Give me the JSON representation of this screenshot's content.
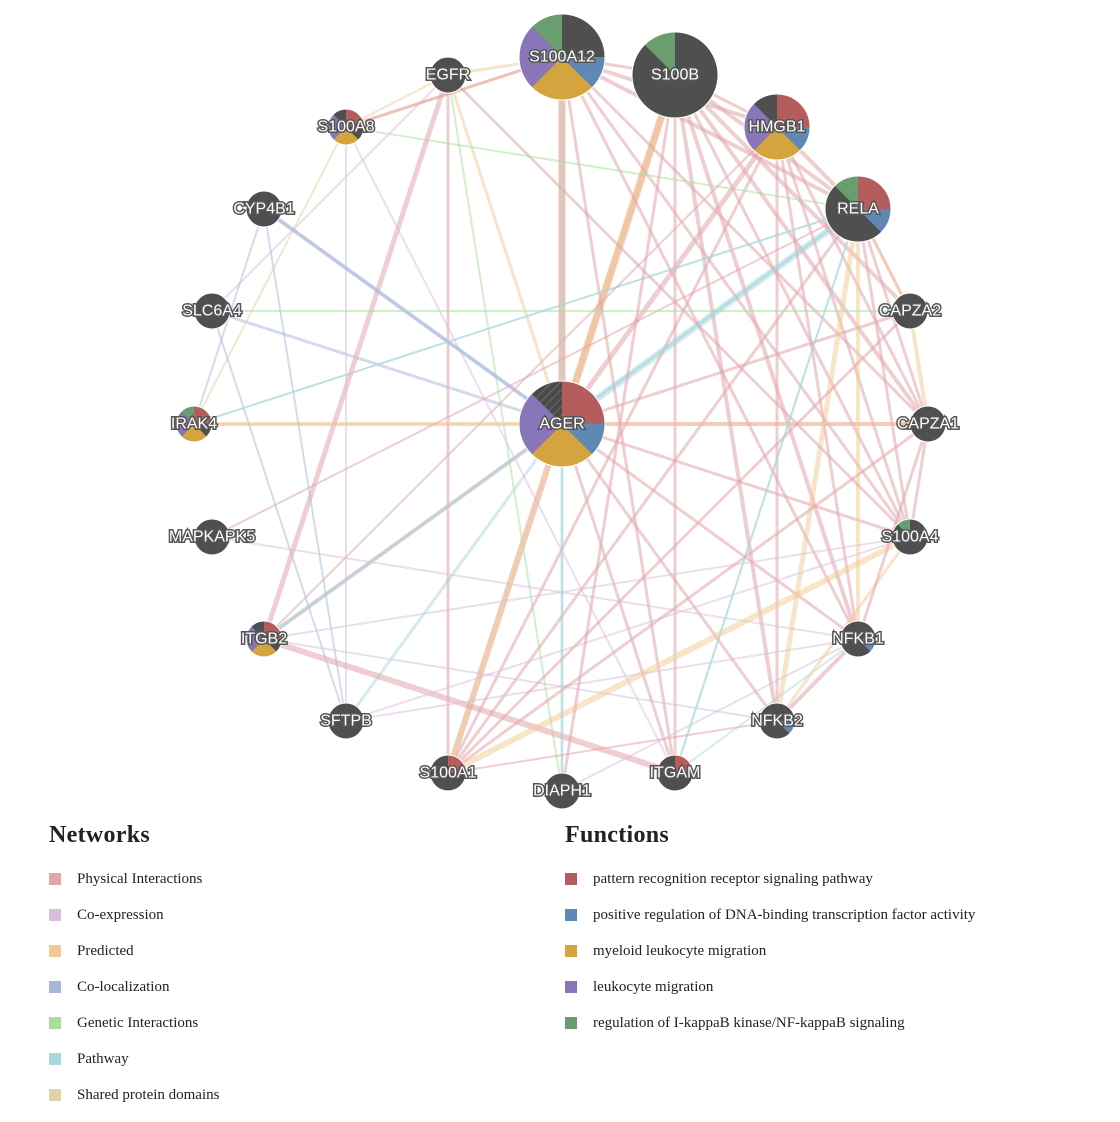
{
  "network": {
    "nodes": [
      {
        "id": "AGER",
        "funcs": [
          0,
          1,
          2,
          3
        ],
        "size": "large",
        "query": true
      },
      {
        "id": "S100A12",
        "funcs": [
          1,
          2,
          3,
          4
        ],
        "size": "large"
      },
      {
        "id": "S100B",
        "funcs": [
          4
        ],
        "size": "large"
      },
      {
        "id": "HMGB1",
        "funcs": [
          0,
          1,
          2,
          3
        ],
        "size": "medium"
      },
      {
        "id": "RELA",
        "funcs": [
          0,
          1,
          4
        ],
        "size": "medium"
      },
      {
        "id": "EGFR",
        "funcs": [],
        "size": "small"
      },
      {
        "id": "S100A8",
        "funcs": [
          0,
          2,
          3
        ],
        "size": "small"
      },
      {
        "id": "CYP4B1",
        "funcs": [],
        "size": "small"
      },
      {
        "id": "SLC6A4",
        "funcs": [],
        "size": "small"
      },
      {
        "id": "IRAK4",
        "funcs": [
          0,
          2,
          3,
          4
        ],
        "size": "small"
      },
      {
        "id": "MAPKAPK5",
        "funcs": [],
        "size": "small"
      },
      {
        "id": "ITGB2",
        "funcs": [
          0,
          2,
          3
        ],
        "size": "small"
      },
      {
        "id": "SFTPB",
        "funcs": [],
        "size": "small"
      },
      {
        "id": "S100A1",
        "funcs": [
          0
        ],
        "size": "small"
      },
      {
        "id": "DIAPH1",
        "funcs": [],
        "size": "small"
      },
      {
        "id": "ITGAM",
        "funcs": [
          0
        ],
        "size": "small"
      },
      {
        "id": "NFKB2",
        "funcs": [
          1
        ],
        "size": "small"
      },
      {
        "id": "NFKB1",
        "funcs": [
          1
        ],
        "size": "small"
      },
      {
        "id": "S100A4",
        "funcs": [
          4
        ],
        "size": "small"
      },
      {
        "id": "CAPZA1",
        "funcs": [],
        "size": "small"
      },
      {
        "id": "CAPZA2",
        "funcs": [],
        "size": "small"
      }
    ],
    "edges": [
      {
        "s": "AGER",
        "t": "S100A12",
        "type": 2,
        "w": 8
      },
      {
        "s": "AGER",
        "t": "S100B",
        "type": 2,
        "w": 8
      },
      {
        "s": "AGER",
        "t": "S100A12",
        "type": 0,
        "w": 6
      },
      {
        "s": "AGER",
        "t": "S100B",
        "type": 0,
        "w": 6
      },
      {
        "s": "AGER",
        "t": "HMGB1",
        "type": 0,
        "w": 5
      },
      {
        "s": "AGER",
        "t": "RELA",
        "type": 5,
        "w": 7
      },
      {
        "s": "AGER",
        "t": "S100A1",
        "type": 0,
        "w": 6
      },
      {
        "s": "AGER",
        "t": "ITGB2",
        "type": 0,
        "w": 4
      },
      {
        "s": "AGER",
        "t": "CAPZA1",
        "type": 0,
        "w": 4
      },
      {
        "s": "AGER",
        "t": "IRAK4",
        "type": 2,
        "w": 4
      },
      {
        "s": "AGER",
        "t": "NFKB2",
        "type": 0,
        "w": 3
      },
      {
        "s": "AGER",
        "t": "NFKB1",
        "type": 0,
        "w": 3
      },
      {
        "s": "AGER",
        "t": "S100A4",
        "type": 0,
        "w": 3
      },
      {
        "s": "AGER",
        "t": "DIAPH1",
        "type": 5,
        "w": 3
      },
      {
        "s": "AGER",
        "t": "ITGAM",
        "type": 0,
        "w": 3
      },
      {
        "s": "AGER",
        "t": "SLC6A4",
        "type": 3,
        "w": 3
      },
      {
        "s": "AGER",
        "t": "CYP4B1",
        "type": 3,
        "w": 3
      },
      {
        "s": "AGER",
        "t": "EGFR",
        "type": 2,
        "w": 3
      },
      {
        "s": "AGER",
        "t": "SFTPB",
        "type": 5,
        "w": 3
      },
      {
        "s": "AGER",
        "t": "CAPZA2",
        "type": 0,
        "w": 3
      },
      {
        "s": "S100B",
        "t": "S100A1",
        "type": 2,
        "w": 6
      },
      {
        "s": "S100B",
        "t": "NFKB1",
        "type": 0,
        "w": 4
      },
      {
        "s": "S100B",
        "t": "NFKB2",
        "type": 0,
        "w": 4
      },
      {
        "s": "S100B",
        "t": "CAPZA1",
        "type": 0,
        "w": 4
      },
      {
        "s": "S100B",
        "t": "CAPZA2",
        "type": 0,
        "w": 4
      },
      {
        "s": "S100B",
        "t": "S100A4",
        "type": 0,
        "w": 3
      },
      {
        "s": "S100B",
        "t": "ITGAM",
        "type": 0,
        "w": 3
      },
      {
        "s": "S100B",
        "t": "HMGB1",
        "type": 0,
        "w": 3
      },
      {
        "s": "S100A12",
        "t": "RELA",
        "type": 0,
        "w": 4
      },
      {
        "s": "S100A12",
        "t": "NFKB1",
        "type": 0,
        "w": 3
      },
      {
        "s": "S100A12",
        "t": "S100A8",
        "type": 2,
        "w": 3
      },
      {
        "s": "S100A12",
        "t": "S100A4",
        "type": 0,
        "w": 3
      },
      {
        "s": "S100A12",
        "t": "CAPZA1",
        "type": 0,
        "w": 3
      },
      {
        "s": "S100A12",
        "t": "ITGAM",
        "type": 0,
        "w": 3
      },
      {
        "s": "S100A12",
        "t": "S100B",
        "type": 0,
        "w": 3
      },
      {
        "s": "HMGB1",
        "t": "RELA",
        "type": 0,
        "w": 4
      },
      {
        "s": "HMGB1",
        "t": "NFKB1",
        "type": 0,
        "w": 3
      },
      {
        "s": "HMGB1",
        "t": "NFKB2",
        "type": 0,
        "w": 3
      },
      {
        "s": "HMGB1",
        "t": "CAPZA1",
        "type": 0,
        "w": 3
      },
      {
        "s": "HMGB1",
        "t": "S100A1",
        "type": 0,
        "w": 3
      },
      {
        "s": "HMGB1",
        "t": "S100A4",
        "type": 0,
        "w": 3
      },
      {
        "s": "RELA",
        "t": "NFKB1",
        "type": 2,
        "w": 4
      },
      {
        "s": "RELA",
        "t": "NFKB2",
        "type": 2,
        "w": 5
      },
      {
        "s": "RELA",
        "t": "CAPZA1",
        "type": 0,
        "w": 3
      },
      {
        "s": "RELA",
        "t": "CAPZA2",
        "type": 0,
        "w": 3
      },
      {
        "s": "RELA",
        "t": "S100A4",
        "type": 0,
        "w": 3
      },
      {
        "s": "RELA",
        "t": "ITGB2",
        "type": 5,
        "w": 3
      },
      {
        "s": "RELA",
        "t": "S100A1",
        "type": 0,
        "w": 3
      },
      {
        "s": "RELA",
        "t": "MAPKAPK5",
        "type": 0,
        "w": 2
      },
      {
        "s": "RELA",
        "t": "IRAK4",
        "type": 5,
        "w": 2
      },
      {
        "s": "RELA",
        "t": "ITGAM",
        "type": 5,
        "w": 2
      },
      {
        "s": "EGFR",
        "t": "ITGB2",
        "type": 0,
        "w": 5
      },
      {
        "s": "EGFR",
        "t": "S100A1",
        "type": 0,
        "w": 3
      },
      {
        "s": "EGFR",
        "t": "S100A4",
        "type": 0,
        "w": 3
      },
      {
        "s": "EGFR",
        "t": "DIAPH1",
        "type": 4,
        "w": 2
      },
      {
        "s": "EGFR",
        "t": "SLC6A4",
        "type": 1,
        "w": 2
      },
      {
        "s": "S100A8",
        "t": "S100A12",
        "type": 0,
        "w": 3
      },
      {
        "s": "S100A8",
        "t": "SFTPB",
        "type": 1,
        "w": 2
      },
      {
        "s": "S100A8",
        "t": "ITGAM",
        "type": 1,
        "w": 2
      },
      {
        "s": "S100A8",
        "t": "IRAK4",
        "type": 6,
        "w": 2
      },
      {
        "s": "S100A8",
        "t": "RELA",
        "type": 4,
        "w": 2
      },
      {
        "s": "CYP4B1",
        "t": "SFTPB",
        "type": 3,
        "w": 2
      },
      {
        "s": "CYP4B1",
        "t": "IRAK4",
        "type": 3,
        "w": 2
      },
      {
        "s": "CYP4B1",
        "t": "AGER",
        "type": 3,
        "w": 4
      },
      {
        "s": "SLC6A4",
        "t": "SFTPB",
        "type": 3,
        "w": 2
      },
      {
        "s": "SLC6A4",
        "t": "CAPZA2",
        "type": 4,
        "w": 2
      },
      {
        "s": "IRAK4",
        "t": "CAPZA1",
        "type": 2,
        "w": 3
      },
      {
        "s": "IRAK4",
        "t": "RELA",
        "type": 5,
        "w": 2
      },
      {
        "s": "MAPKAPK5",
        "t": "NFKB1",
        "type": 1,
        "w": 2
      },
      {
        "s": "ITGB2",
        "t": "ITGAM",
        "type": 0,
        "w": 6
      },
      {
        "s": "ITGB2",
        "t": "NFKB2",
        "type": 1,
        "w": 2
      },
      {
        "s": "ITGB2",
        "t": "S100A4",
        "type": 1,
        "w": 2
      },
      {
        "s": "ITGB2",
        "t": "RELA",
        "type": 5,
        "w": 2
      },
      {
        "s": "ITGB2",
        "t": "HMGB1",
        "type": 0,
        "w": 2
      },
      {
        "s": "SFTPB",
        "t": "NFKB1",
        "type": 1,
        "w": 2
      },
      {
        "s": "SFTPB",
        "t": "S100A4",
        "type": 1,
        "w": 2
      },
      {
        "s": "S100A1",
        "t": "S100A4",
        "type": 2,
        "w": 6
      },
      {
        "s": "S100A1",
        "t": "CAPZA1",
        "type": 0,
        "w": 3
      },
      {
        "s": "S100A1",
        "t": "CAPZA2",
        "type": 0,
        "w": 3
      },
      {
        "s": "S100A1",
        "t": "NFKB2",
        "type": 0,
        "w": 2
      },
      {
        "s": "DIAPH1",
        "t": "S100B",
        "type": 0,
        "w": 3
      },
      {
        "s": "DIAPH1",
        "t": "NFKB1",
        "type": 1,
        "w": 2
      },
      {
        "s": "ITGAM",
        "t": "NFKB1",
        "type": 5,
        "w": 2
      },
      {
        "s": "ITGAM",
        "t": "RELA",
        "type": 5,
        "w": 2
      },
      {
        "s": "NFKB2",
        "t": "NFKB1",
        "type": 0,
        "w": 4
      },
      {
        "s": "NFKB2",
        "t": "S100A4",
        "type": 2,
        "w": 3
      },
      {
        "s": "NFKB1",
        "t": "CAPZA1",
        "type": 0,
        "w": 3
      },
      {
        "s": "S100A4",
        "t": "CAPZA1",
        "type": 0,
        "w": 3
      },
      {
        "s": "CAPZA1",
        "t": "CAPZA2",
        "type": 2,
        "w": 4
      },
      {
        "s": "CAPZA2",
        "t": "RELA",
        "type": 2,
        "w": 3
      },
      {
        "s": "S100B",
        "t": "RELA",
        "type": 0,
        "w": 4
      },
      {
        "s": "S100A12",
        "t": "HMGB1",
        "type": 0,
        "w": 4
      },
      {
        "s": "EGFR",
        "t": "S100A12",
        "type": 2,
        "w": 3
      },
      {
        "s": "S100A8",
        "t": "EGFR",
        "type": 2,
        "w": 2
      },
      {
        "s": "S100A12",
        "t": "DIAPH1",
        "type": 5,
        "w": 2
      }
    ]
  },
  "networks_legend": {
    "title": "Networks",
    "items": [
      {
        "label": "Physical Interactions",
        "color": "#e2a5ac"
      },
      {
        "label": "Co-expression",
        "color": "#d7bedb"
      },
      {
        "label": "Predicted",
        "color": "#f2c994"
      },
      {
        "label": "Co-localization",
        "color": "#a7b7dc"
      },
      {
        "label": "Genetic Interactions",
        "color": "#a6e09c"
      },
      {
        "label": "Pathway",
        "color": "#a9d7de"
      },
      {
        "label": "Shared protein domains",
        "color": "#dcd4a4"
      }
    ]
  },
  "functions_legend": {
    "title": "Functions",
    "items": [
      {
        "label": "pattern recognition receptor signaling pathway",
        "color": "#b55d5d"
      },
      {
        "label": "positive regulation of DNA-binding transcription factor activity",
        "color": "#6088b4"
      },
      {
        "label": "myeloid leukocyte migration",
        "color": "#d4a43e"
      },
      {
        "label": "leukocyte migration",
        "color": "#8876b8"
      },
      {
        "label": "regulation of I-kappaB kinase/NF-kappaB signaling",
        "color": "#6a9e6e"
      }
    ]
  }
}
